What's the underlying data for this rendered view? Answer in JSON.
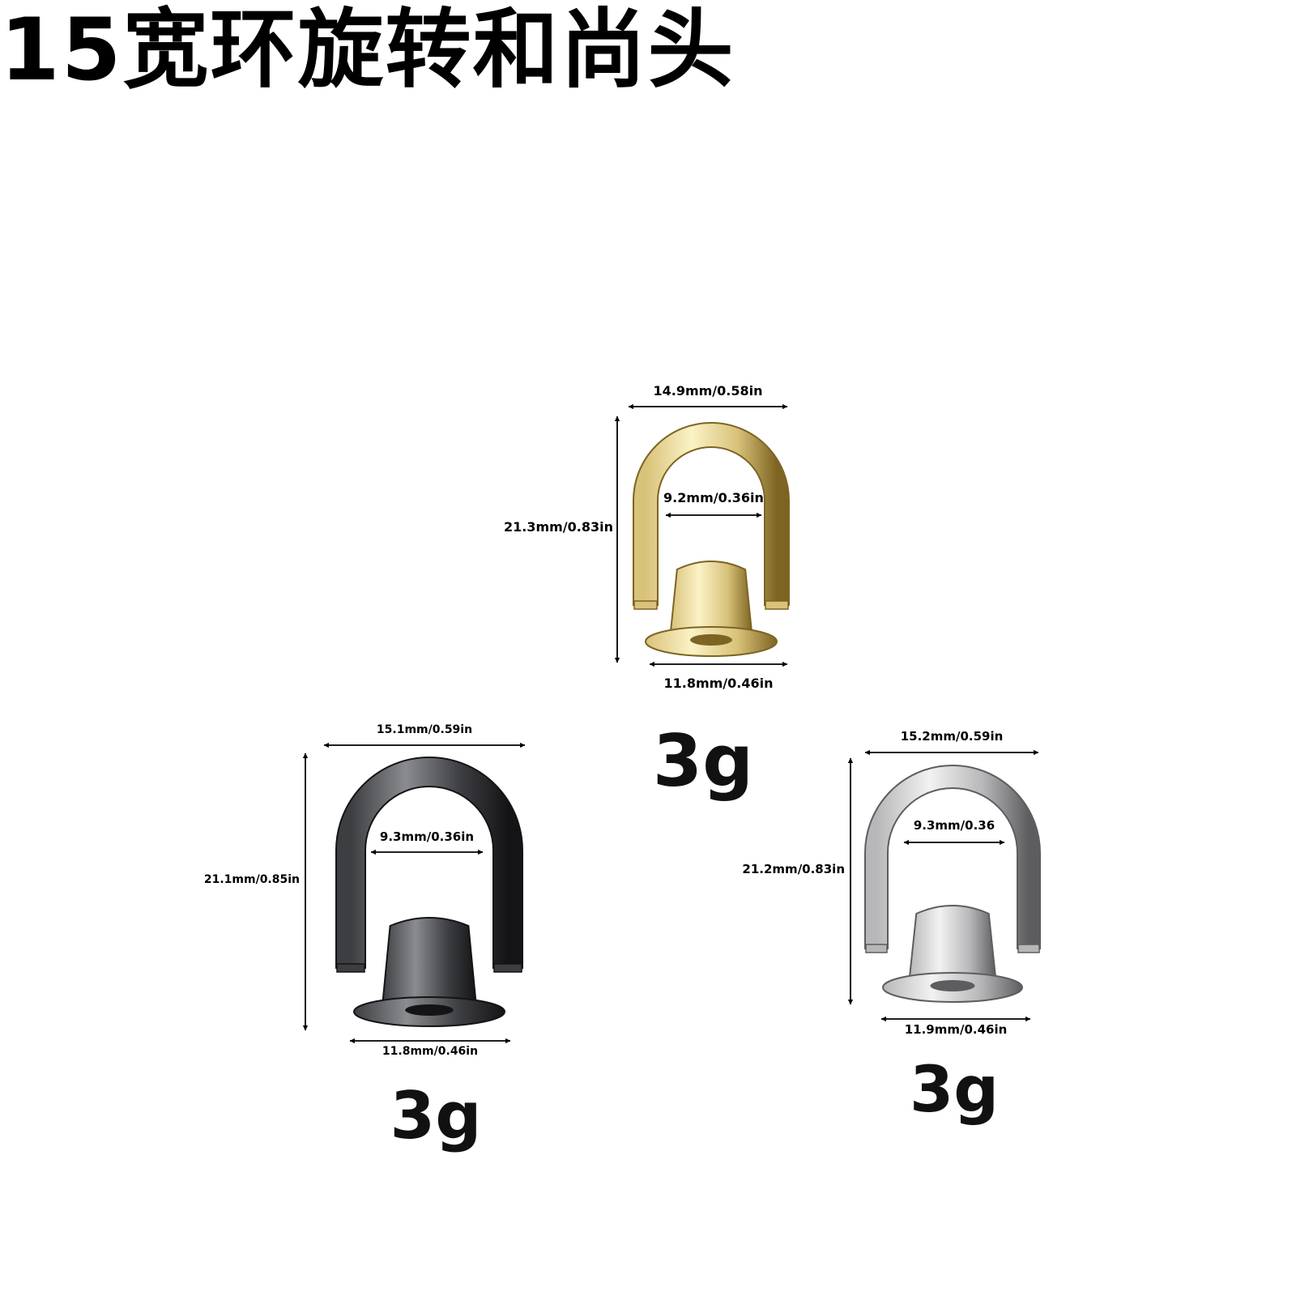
{
  "title": "15宽环旋转和尚头",
  "products": [
    {
      "id": "gold",
      "finish_colors": {
        "light": "#fbf2c6",
        "mid": "#d9c27a",
        "dark": "#7d6422"
      },
      "width_top": "14.9mm/0.58in",
      "inner_width": "9.2mm/0.36in",
      "height": "21.3mm/0.83in",
      "base_width": "11.8mm/0.46in",
      "weight": "3g"
    },
    {
      "id": "gunmetal",
      "finish_colors": {
        "light": "#8a8c90",
        "mid": "#3d3e42",
        "dark": "#141416"
      },
      "width_top": "15.1mm/0.59in",
      "inner_width": "9.3mm/0.36in",
      "height": "21.1mm/0.85in",
      "base_width": "11.8mm/0.46in",
      "weight": "3g"
    },
    {
      "id": "silver",
      "finish_colors": {
        "light": "#f2f2f2",
        "mid": "#b7b7b9",
        "dark": "#5d5d60"
      },
      "width_top": "15.2mm/0.59in",
      "inner_width": "9.3mm/0.36",
      "height": "21.2mm/0.83in",
      "base_width": "11.9mm/0.46in",
      "weight": "3g"
    }
  ]
}
